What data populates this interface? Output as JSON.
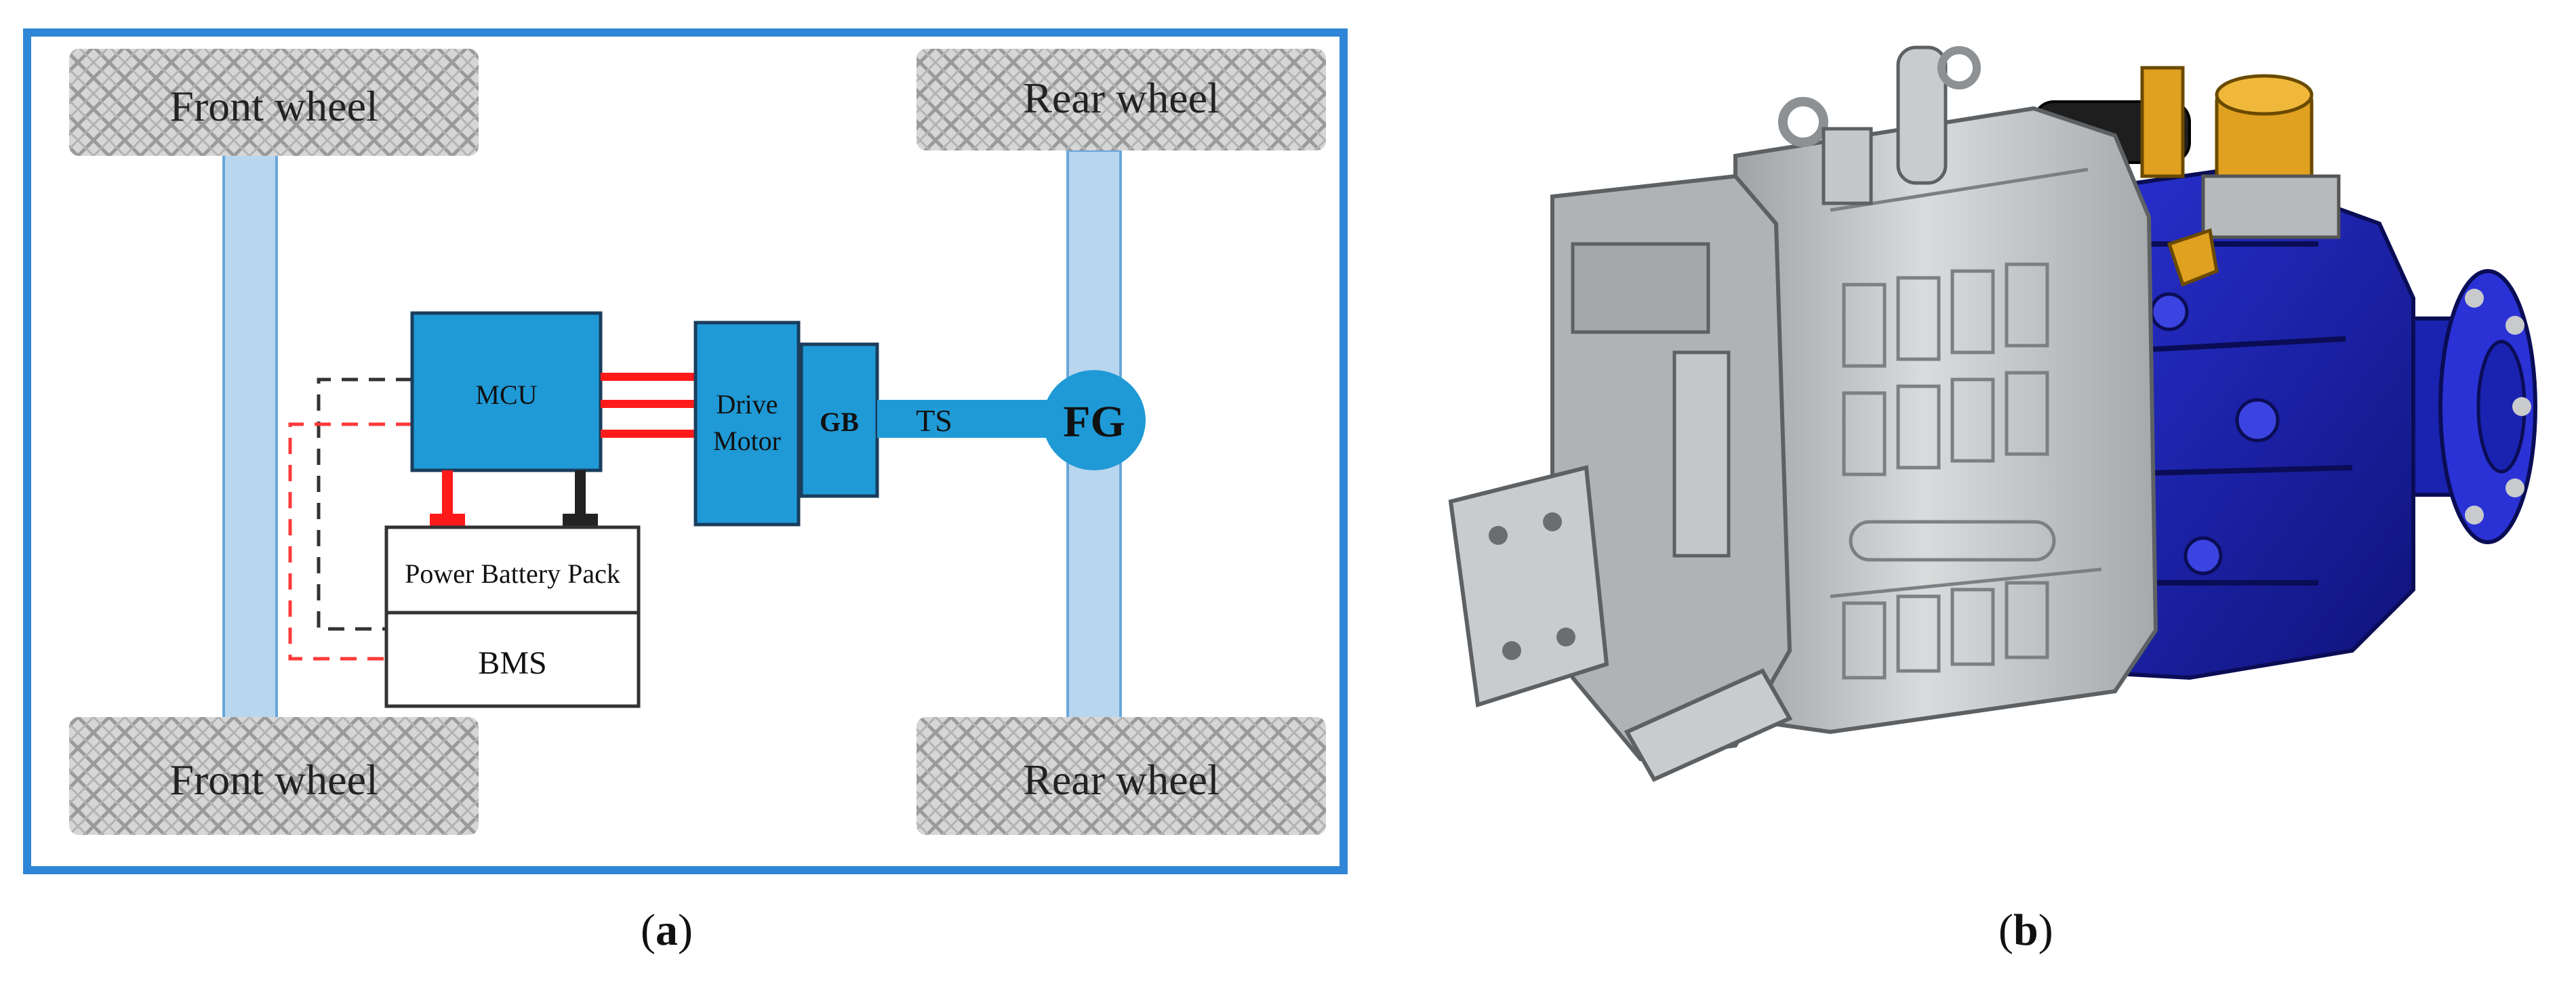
{
  "panel_a": {
    "wheels": {
      "front_top": "Front wheel",
      "front_bottom": "Front wheel",
      "rear_top": "Rear wheel",
      "rear_bottom": "Rear wheel"
    },
    "components": {
      "mcu": "MCU",
      "drive_motor_line1": "Drive",
      "drive_motor_line2": "Motor",
      "gearbox": "GB",
      "transmission_shaft": "TS",
      "final_gear": "FG",
      "battery_pack": "Power Battery Pack",
      "bms": "BMS"
    },
    "colors": {
      "frame_border": "#2f86d6",
      "axle": "#b9d6ef",
      "component_fill": "#1f9ad6",
      "component_stroke": "#1a3d5c",
      "power_line": "#ff1a1a",
      "signal_black": "#333333"
    }
  },
  "panel_b": {
    "colors": {
      "motor_housing": "#c4c7c9",
      "gearbox_housing": "#1e24b8",
      "bracket": "#e0a020"
    }
  },
  "captions": {
    "a_open": "(",
    "a_letter": "a",
    "a_close": ")",
    "b_open": "(",
    "b_letter": "b",
    "b_close": ")"
  }
}
